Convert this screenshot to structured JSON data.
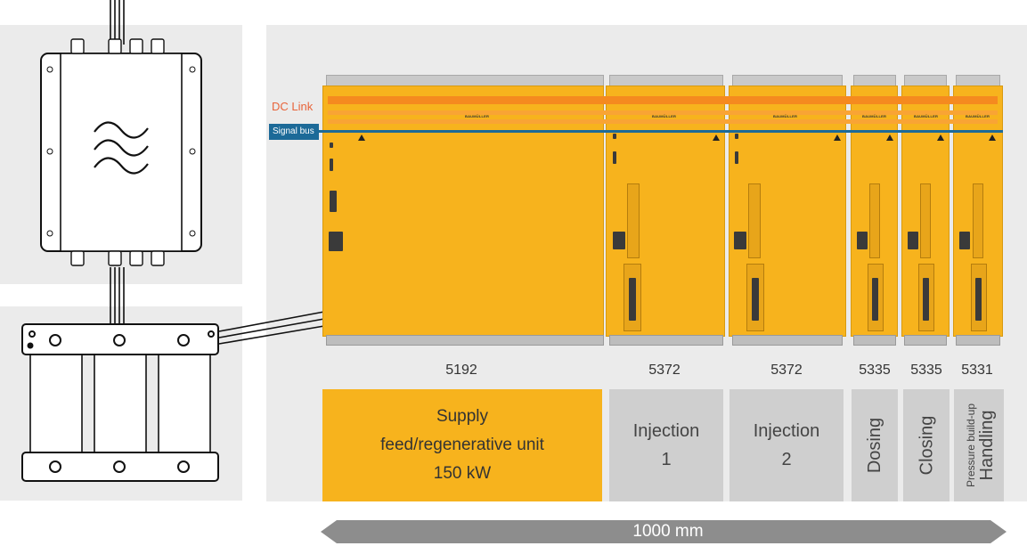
{
  "labels": {
    "dc_link": "DC Link",
    "signal_bus": "Signal bus"
  },
  "modules": [
    {
      "model": "5192",
      "function_lines": [
        "Supply",
        "feed/regenerative unit",
        "150 kW"
      ]
    },
    {
      "model": "5372",
      "function_lines": [
        "Injection",
        "1"
      ]
    },
    {
      "model": "5372",
      "function_lines": [
        "Injection",
        "2"
      ]
    },
    {
      "model": "5335",
      "function_lines": [
        "Dosing"
      ]
    },
    {
      "model": "5335",
      "function_lines": [
        "Closing"
      ]
    },
    {
      "model": "5331",
      "function_lines": [
        "Handling",
        "Pressure build-up"
      ]
    }
  ],
  "brand": "BAUMÜLLER",
  "dimension": "1000 mm",
  "colors": {
    "module_yellow": "#f7b31d",
    "dc_link": "#e8643a",
    "signal_bus": "#1c6a98",
    "function_gray": "#cfcfcf",
    "panel_gray": "#ebebeb",
    "arrow_gray": "#8d8d8d"
  },
  "icons": [
    "filter-icon",
    "choke-icon",
    "warning-icon"
  ]
}
